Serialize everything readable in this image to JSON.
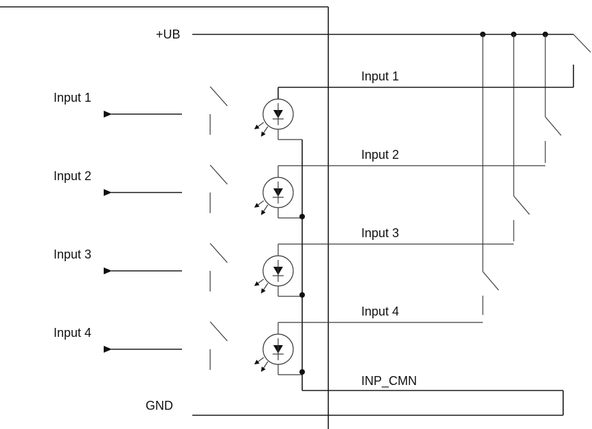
{
  "diagram": {
    "supply_label": "+UB",
    "ground_label": "GND",
    "common_label": "INP_CMN",
    "outputs": [
      {
        "left_label": "Input 1",
        "wire_label": "Input 1"
      },
      {
        "left_label": "Input 2",
        "wire_label": "Input 2"
      },
      {
        "left_label": "Input 3",
        "wire_label": "Input 3"
      },
      {
        "left_label": "Input 4",
        "wire_label": "Input 4"
      }
    ],
    "colors": {
      "line": "#1a1a1a",
      "background": "#ffffff"
    }
  }
}
